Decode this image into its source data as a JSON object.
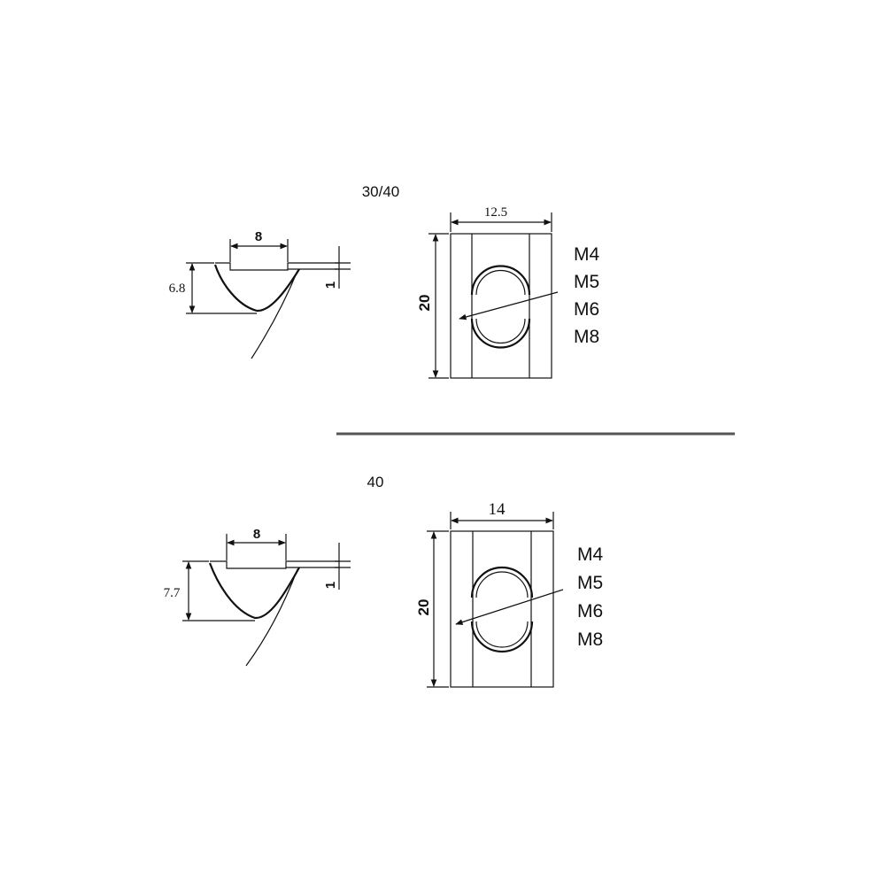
{
  "sections": [
    {
      "series_label": "30/40",
      "profile": {
        "width": "8",
        "height": "6.8",
        "lip": "1"
      },
      "plate": {
        "width": "12.5",
        "height": "20"
      },
      "thread_sizes": [
        "M4",
        "M5",
        "M6",
        "M8"
      ]
    },
    {
      "series_label": "40",
      "profile": {
        "width": "8",
        "height": "7.7",
        "lip": "1"
      },
      "plate": {
        "width": "14",
        "height": "20"
      },
      "thread_sizes": [
        "M4",
        "M5",
        "M6",
        "M8"
      ]
    }
  ]
}
